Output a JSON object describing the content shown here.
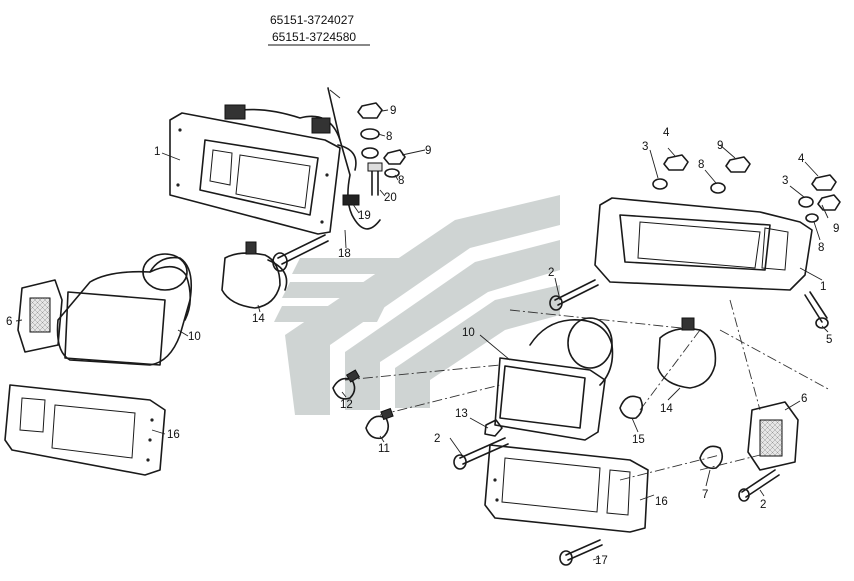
{
  "header": {
    "part_number_1": "65151-3724027",
    "part_number_2": "65151-3724580"
  },
  "callouts": {
    "c1a": "1",
    "c1b": "1",
    "c2a": "2",
    "c2b": "2",
    "c2c": "2",
    "c3a": "3",
    "c3b": "3",
    "c4a": "4",
    "c4b": "4",
    "c5": "5",
    "c6a": "6",
    "c6b": "6",
    "c7": "7",
    "c8a": "8",
    "c8b": "8",
    "c8c": "8",
    "c8d": "8",
    "c9a": "9",
    "c9b": "9",
    "c9c": "9",
    "c9d": "9",
    "c10a": "10",
    "c10b": "10",
    "c11": "11",
    "c12": "12",
    "c13": "13",
    "c14a": "14",
    "c14b": "14",
    "c15": "15",
    "c16a": "16",
    "c16b": "16",
    "c17": "17",
    "c18": "18",
    "c19": "19",
    "c20": "20"
  },
  "colors": {
    "watermark": "#a9b2b0",
    "ink": "#1a1a1a",
    "speckle_fill": "#e2e2e2"
  }
}
